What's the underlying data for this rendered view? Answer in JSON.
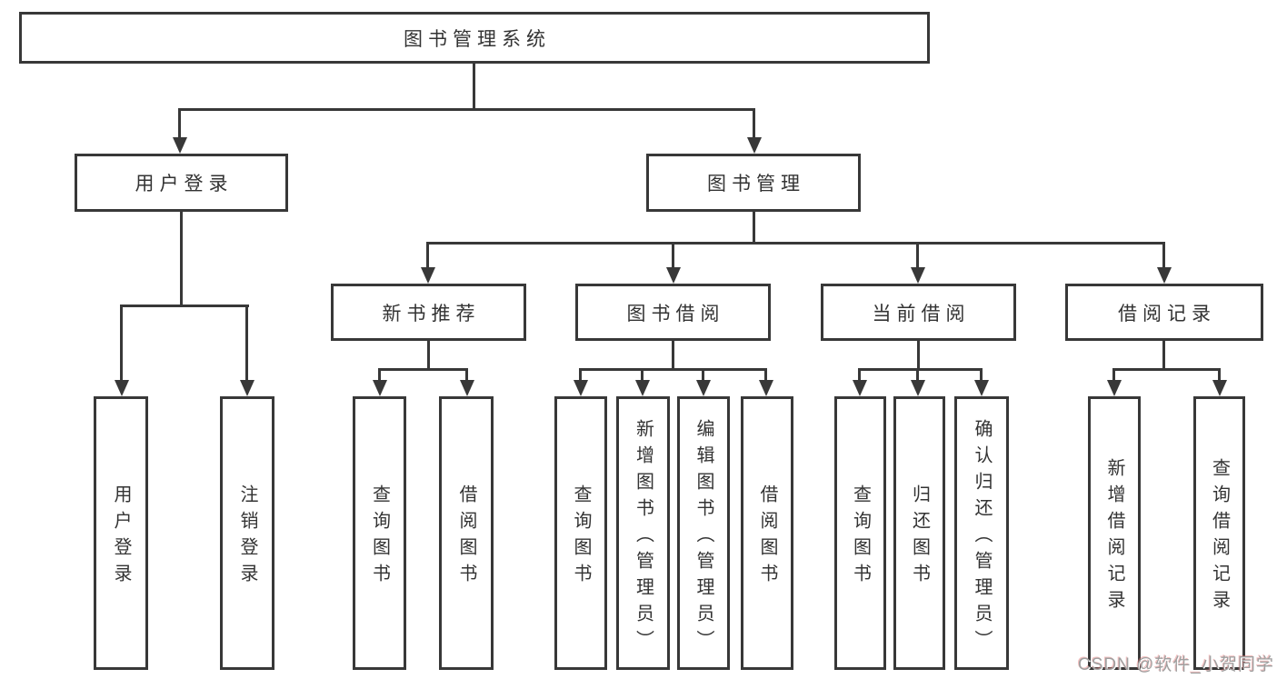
{
  "diagram": {
    "root": {
      "label": "图书管理系统"
    },
    "branches": [
      {
        "label": "用户登录",
        "children": [
          {
            "label": "用户登录"
          },
          {
            "label": "注销登录"
          }
        ]
      },
      {
        "label": "图书管理",
        "sections": [
          {
            "label": "新书推荐",
            "children": [
              {
                "label": "查询图书"
              },
              {
                "label": "借阅图书"
              }
            ]
          },
          {
            "label": "图书借阅",
            "children": [
              {
                "label": "查询图书"
              },
              {
                "label": "新增图书（管理员）"
              },
              {
                "label": "编辑图书（管理员）"
              },
              {
                "label": "借阅图书"
              }
            ]
          },
          {
            "label": "当前借阅",
            "children": [
              {
                "label": "查询图书"
              },
              {
                "label": "归还图书"
              },
              {
                "label": "确认归还（管理员）"
              }
            ]
          },
          {
            "label": "借阅记录",
            "children": [
              {
                "label": "新增借阅记录"
              },
              {
                "label": "查询借阅记录"
              }
            ]
          }
        ]
      }
    ]
  },
  "watermark": {
    "text": "CSDN @软件_小贺同学"
  },
  "colors": {
    "line": "#383838",
    "text": "#333333",
    "background": "#ffffff",
    "watermark": "#9f9f9f"
  }
}
